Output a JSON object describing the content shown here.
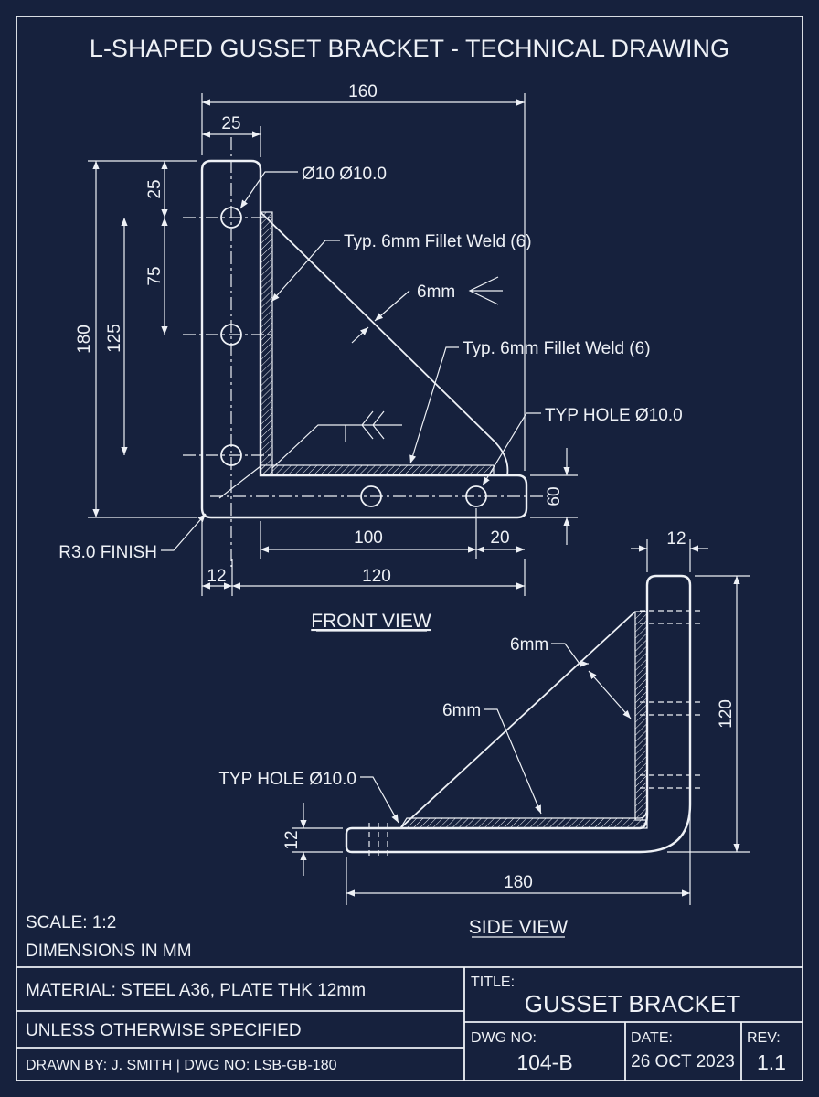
{
  "title": "L-SHAPED GUSSET BRACKET - TECHNICAL DRAWING",
  "front_view": {
    "label": "FRONT VIEW",
    "dim_overall_width": "160",
    "dim_upright_width": "25",
    "dim_top_to_hole": "25",
    "dim_hole_spacing": "75",
    "dim_hole_span": "125",
    "dim_overall_height": "180",
    "dim_base_height": "60",
    "dim_base_hole_span": "100",
    "dim_base_hole_edge": "20",
    "dim_thickness": "12",
    "dim_base_length": "120",
    "hole_callout": "Ø10 Ø10.0",
    "weld_callout_1": "Typ. 6mm Fillet Weld (6)",
    "weld_callout_2": "Typ. 6mm Fillet Weld (6)",
    "weld_size": "6mm",
    "typ_hole": "TYP HOLE Ø10.0",
    "radius_note": "R3.0 FINISH"
  },
  "side_view": {
    "label": "SIDE VIEW",
    "dim_thickness_top": "12",
    "dim_height": "120",
    "dim_thickness_left": "12",
    "dim_length": "180",
    "weld_size_1": "6mm",
    "weld_size_2": "6mm",
    "typ_hole": "TYP HOLE Ø10.0"
  },
  "notes": {
    "scale": "SCALE: 1:2",
    "units": "DIMENSIONS IN MM"
  },
  "title_block": {
    "material": "MATERIAL: STEEL A36, PLATE THK 12mm",
    "tolerance": "UNLESS OTHERWISE SPECIFIED",
    "drawn_by": "DRAWN BY: J. SMITH | DWG NO: LSB-GB-180",
    "title_label": "TITLE:",
    "title_value": "GUSSET BRACKET",
    "dwg_no_label": "DWG NO:",
    "dwg_no_value": "104-B",
    "date_label": "DATE:",
    "date_value": "26 OCT 2023",
    "rev_label": "REV:",
    "rev_value": "1.1"
  },
  "colors": {
    "background": "#16213d",
    "line": "#eef1f6"
  }
}
